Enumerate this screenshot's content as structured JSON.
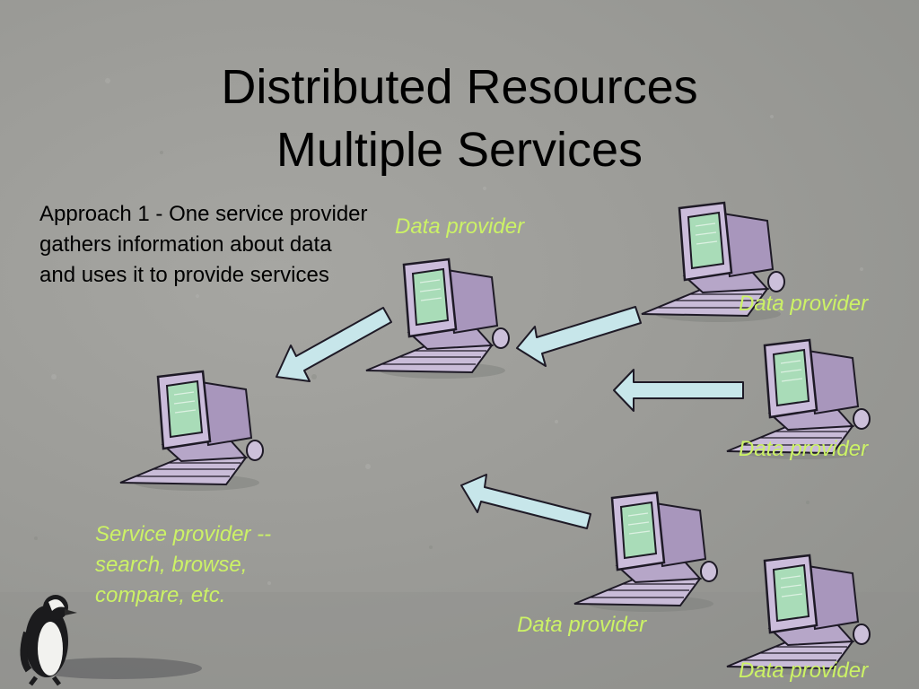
{
  "slide": {
    "title_line1": "Distributed Resources",
    "title_line2": "Multiple Services",
    "approach_text": "Approach 1 - One service provider gathers information about data and uses it to provide services"
  },
  "labels": {
    "data_provider": "Data provider",
    "service_line1": "Service provider --",
    "service_line2": "search, browse,",
    "service_line3": "compare, etc."
  },
  "colors": {
    "label_green": "#ccf266",
    "computer_body": "#c7b8d6",
    "screen": "#a9dcb8",
    "arrow_fill": "#c7e6ea"
  },
  "icons": {
    "computer": "desktop-computer-icon",
    "arrow": "arrow-icon",
    "mascot": "penguin-icon"
  }
}
